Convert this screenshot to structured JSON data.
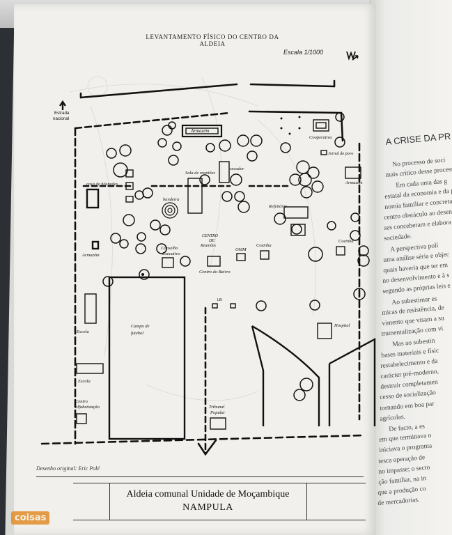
{
  "header": {
    "running_title": "LEVANTAMENTO  FÍSICO DO CENTRO DA ALDEIA",
    "scale": "Escala  1/1000"
  },
  "map_labels": {
    "estrada_line1": "Estrada",
    "estrada_line2": "nacional",
    "armazem_top": "Armazém",
    "cooperativa": "Cooperativa",
    "jornal": "Jornal do povo",
    "casa_hospedes": "casa de hóspedes",
    "sala_reunioes": "Sala de reuniões",
    "secador": "secador",
    "bandeira": "bandeira",
    "refeitorio": "Refeitório",
    "armazem_right": "Armazém",
    "armazem_left": "Armazém",
    "conselho_line1": "Conselho",
    "conselho_line2": "Executivo",
    "centro_reunioes_line1": "CENTRO",
    "centro_reunioes_line2": "DE",
    "centro_reunioes_line3": "Reuniões",
    "omm": "OMM",
    "cozinha_1": "Cozinha",
    "cozinha_2": "Cozinha",
    "centro_bairro": "Centro do Bairro",
    "lb": "LB",
    "escola_1": "Escola",
    "campo_line1": "Campo de",
    "campo_line2": "futebol",
    "hospital": "Hospital",
    "escola_2": "Escola",
    "centro_alf_line1": "Centro",
    "centro_alf_line2": "alfabetização",
    "tribunal_line1": "Tribunal",
    "tribunal_line2": "Popular"
  },
  "credit": "Desenho original:  Eric Polé",
  "caption": {
    "title": "Aldeia comunal Unidade de Moçambique",
    "subtitle": "NAMPULA"
  },
  "right_page": {
    "heading": "A CRISE DA PR",
    "lines": [
      "No processo de soci",
      "mais crítico desse processo.",
      "Em cada uma das g",
      "estatal da economia e da pr",
      "nomia familiar e concretam",
      "centro obstáculo ao desen",
      "ses conceberam e elabora",
      "sociedade.",
      "A perspectiva polí",
      "uma análise séria e objec",
      "quais haveria que ter em",
      "no desenvolvimento e à s",
      "segundo as próprias leis e",
      "Ao subestimar es",
      "micas de resistência, de",
      "vimento que visam a su",
      "trumentalização com vi",
      "Mas ao subestin",
      "bases materiais e físic",
      "restabelecimento e da",
      "carácter pré-moderno,",
      "destruir completamen",
      "cesso de socialização",
      "tornando em boa par",
      "agrícolas.",
      "De facto, a es",
      "em que terminava o",
      "iniciava o programa",
      "tesca operação de",
      "no impasse; o secto",
      "ção familiar, na in",
      "que a produção co",
      "de mercadorias."
    ]
  },
  "watermark": "coisas"
}
